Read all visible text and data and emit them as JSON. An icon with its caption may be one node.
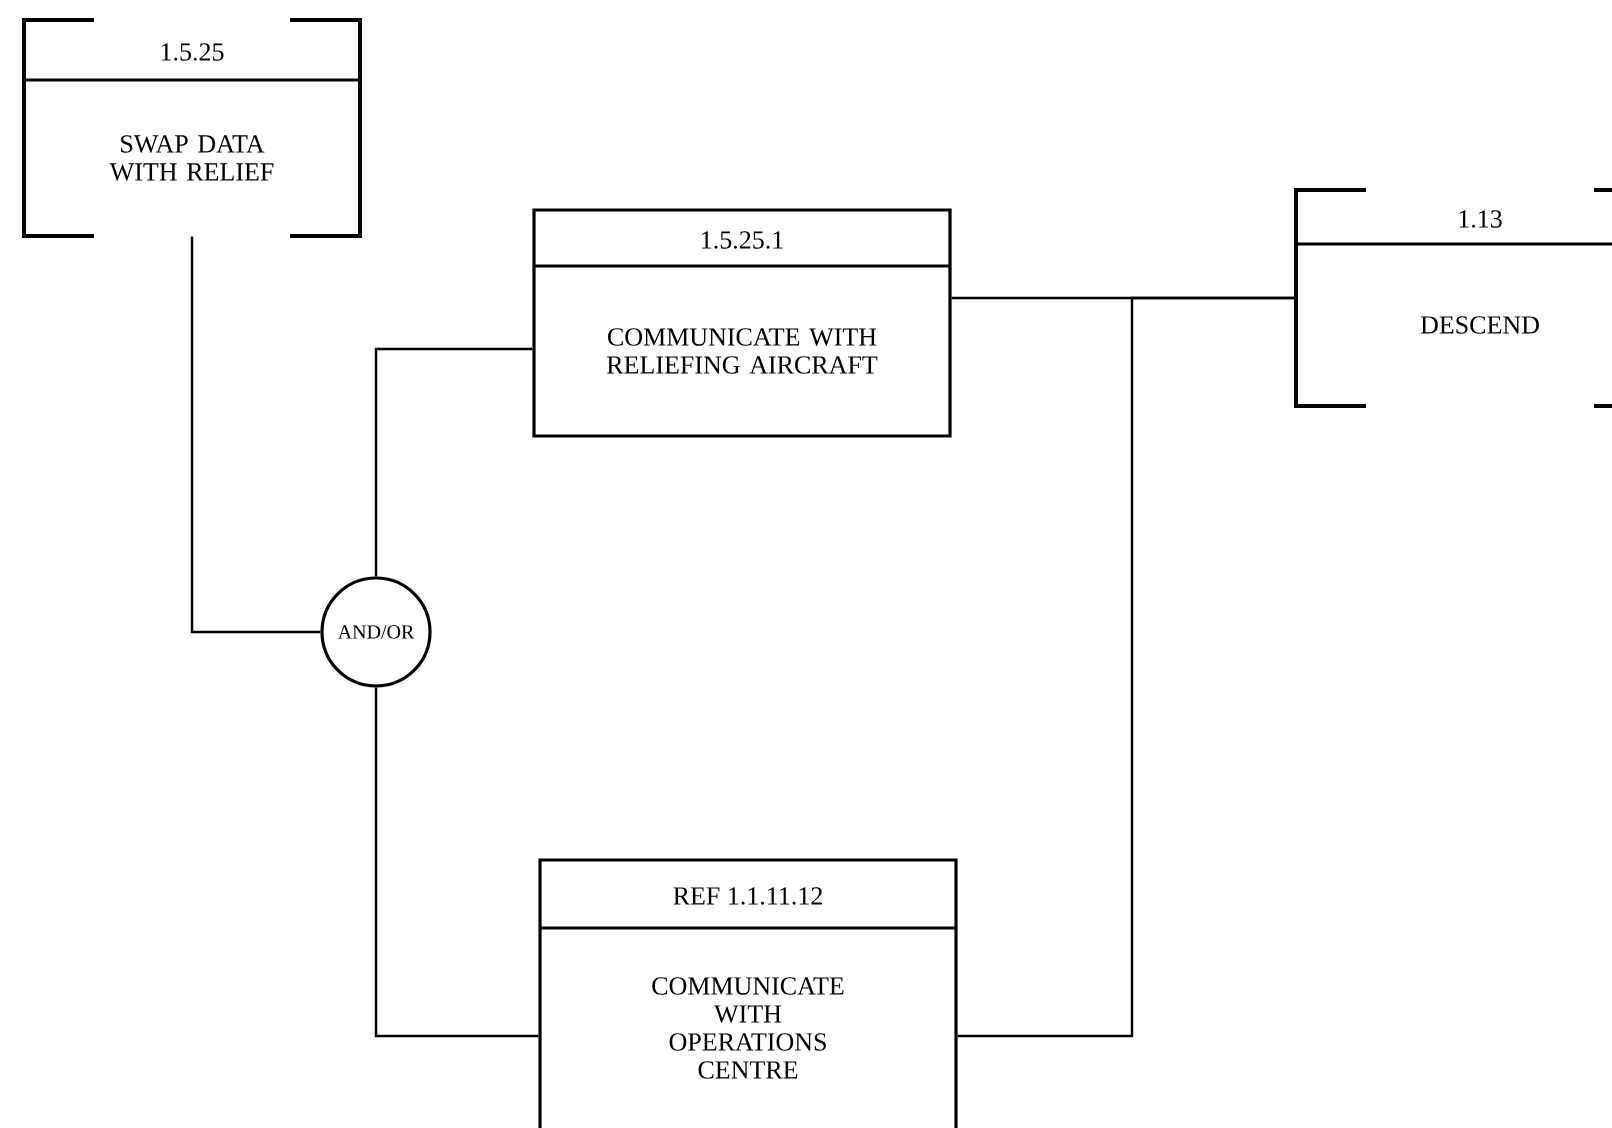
{
  "diagram": {
    "nodes": [
      {
        "text": [
          "1.5.25",
          "SWAP DATA WITH RELIEF"
        ]
      },
      {
        "text": [
          "1.5.25.1",
          "COMMUNICATE WITH RELIEFING AIRCRAFT"
        ]
      },
      {
        "text": [
          "1.13",
          "DESCEND"
        ]
      },
      {
        "text": [
          "AND/OR"
        ]
      },
      {
        "text": [
          "REF 1.1.11.12",
          "COMMUNICATE WITH OPERATIONS CENTRE"
        ]
      }
    ],
    "edges": [
      {
        "from": 0,
        "to": 3,
        "arrow": "none"
      },
      {
        "from": 3,
        "to": 1,
        "arrow": "none"
      },
      {
        "from": 3,
        "to": 4,
        "arrow": "none"
      },
      {
        "from": 1,
        "to": 2,
        "arrow": "none"
      },
      {
        "from": 4,
        "to": 2,
        "arrow": "none"
      }
    ]
  }
}
